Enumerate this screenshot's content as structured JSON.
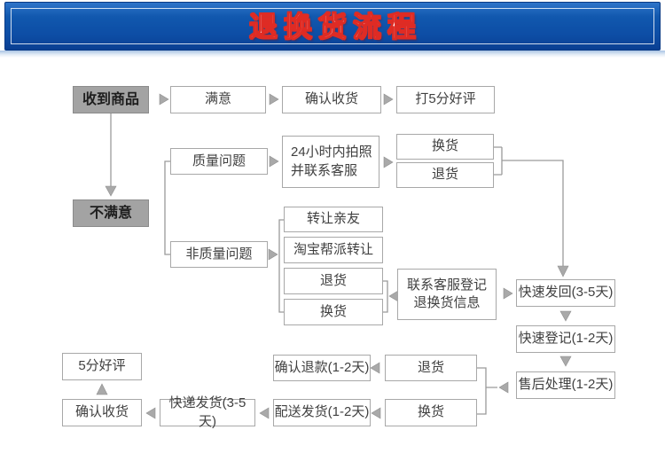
{
  "header": {
    "title": "退换货流程",
    "bg_color": "#0e56b0",
    "title_color": "#ffffff",
    "title_outline_color": "#df2b24"
  },
  "colors": {
    "box_border": "#a8a8a8",
    "box_text": "#404040",
    "gray_box_bg": "#a3a3a3",
    "connector": "#9a9a9a"
  },
  "nodes": {
    "received": {
      "label": "收到商品"
    },
    "satisfied": {
      "label": "满意"
    },
    "confirm_receipt_top": {
      "label": "确认收货"
    },
    "five_star_top": {
      "label": "打5分好评"
    },
    "unsatisfied": {
      "label": "不满意"
    },
    "quality_problem": {
      "label": "质量问题"
    },
    "photo_24h": {
      "label": "24小时内拍照\n并联系客服"
    },
    "exchange_quality": {
      "label": "换货"
    },
    "return_quality": {
      "label": "退货"
    },
    "non_quality_problem": {
      "label": "非质量问题"
    },
    "transfer_friends": {
      "label": "转让亲友"
    },
    "taobao_transfer": {
      "label": "淘宝帮派转让"
    },
    "return_nonquality": {
      "label": "退货"
    },
    "exchange_nonquality": {
      "label": "换货"
    },
    "contact_cs": {
      "label": "联系客服登记\n退换货信息"
    },
    "fast_return": {
      "label": "快速发回(3-5天)"
    },
    "fast_register": {
      "label": "快速登记(1-2天)"
    },
    "aftersale_handle": {
      "label": "售后处理(1-2天)"
    },
    "five_star_bottom": {
      "label": "5分好评"
    },
    "confirm_refund": {
      "label": "确认退款(1-2天)"
    },
    "return_bottom": {
      "label": "退货"
    },
    "confirm_receipt_bottom": {
      "label": "确认收货"
    },
    "express_ship": {
      "label": "快递发货(3-5天)"
    },
    "delivery_ship": {
      "label": "配送发货(1-2天)"
    },
    "exchange_bottom": {
      "label": "换货"
    }
  }
}
